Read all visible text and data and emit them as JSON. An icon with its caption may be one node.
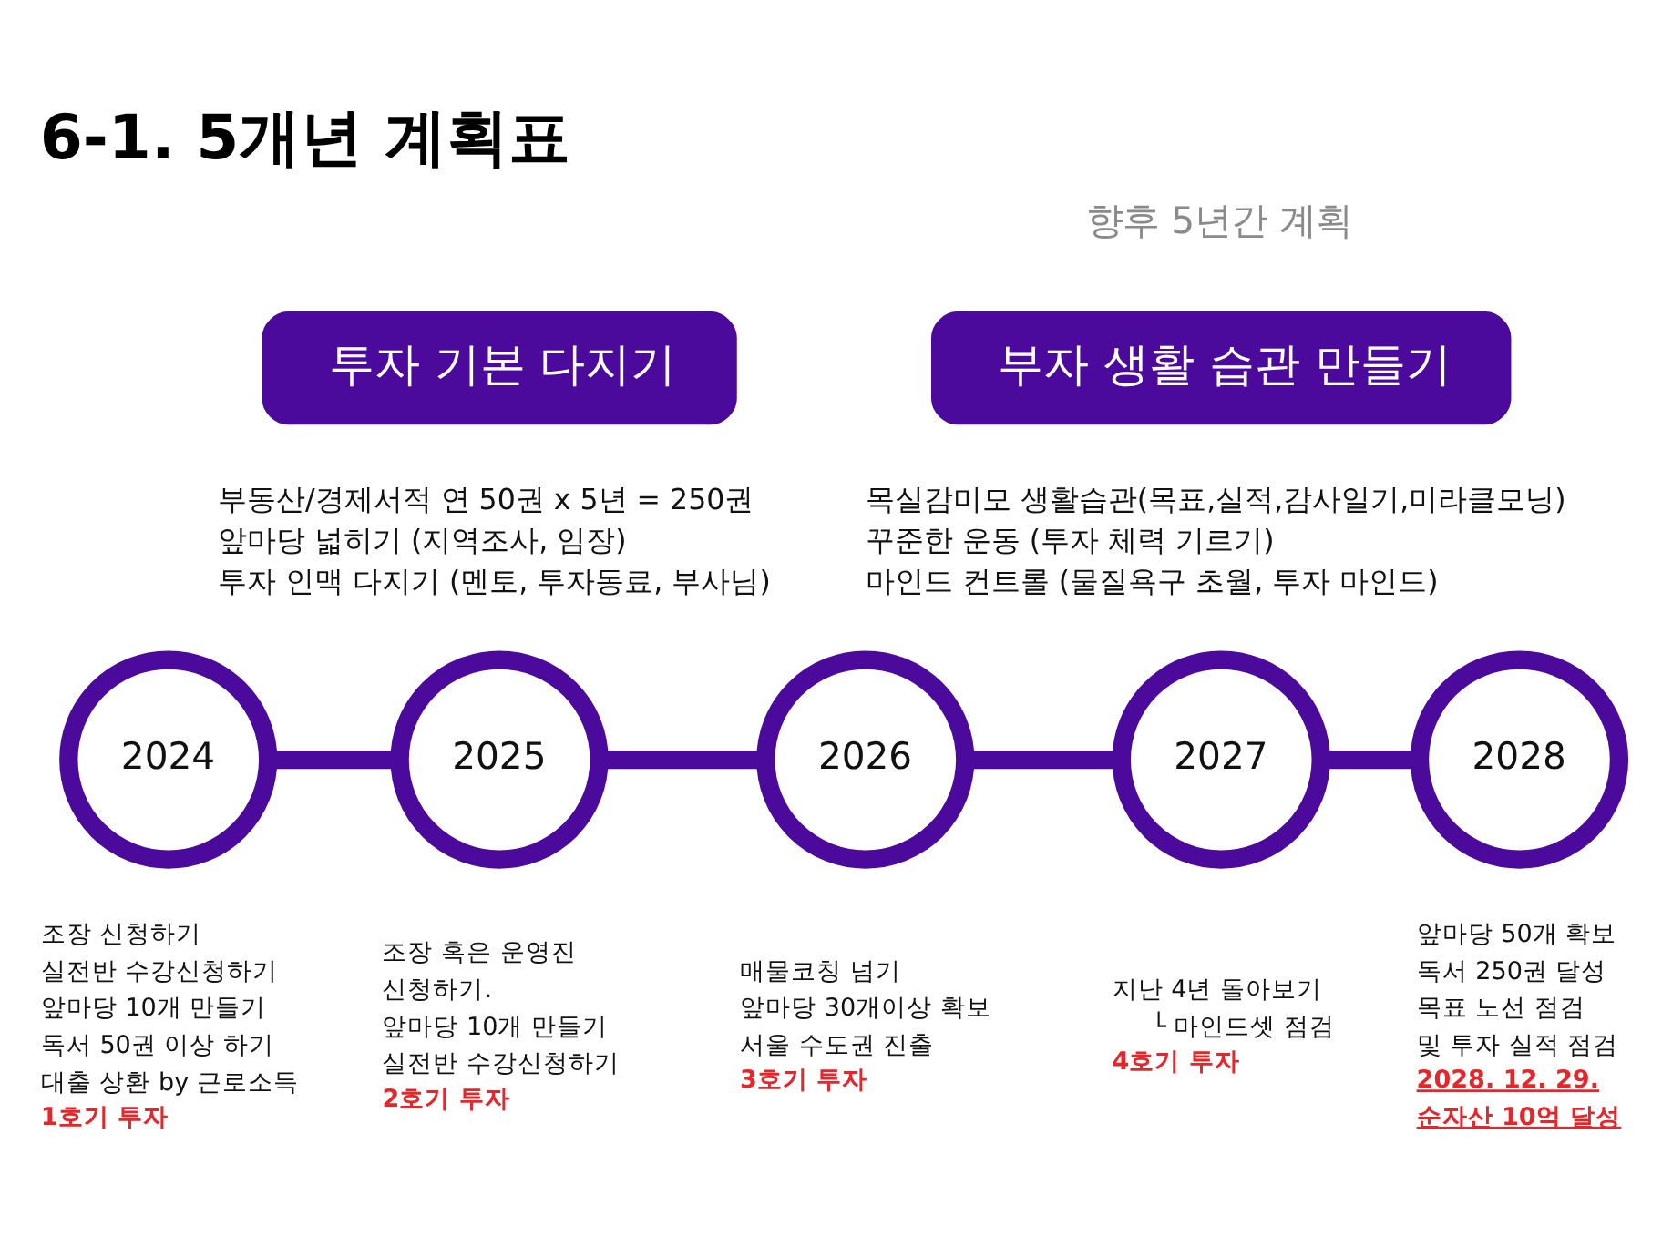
{
  "diagram": {
    "title": "6-1. 5개년 계획표",
    "nodes": [
      {
        "text": [
          "투자 기본 다지기"
        ],
        "beside": [
          "부동산/경제서적 연 50권 x 5년 = 250권",
          "앞마당 넓히기 (지역조사, 임장)",
          "투자 인맥 다지기 (멘토, 투자동료, 부사님)"
        ]
      },
      {
        "text": [
          "부자 생활 습관 만들기"
        ],
        "beside": [
          "목실감미모 생활습관(목표,실적,감사일기,미라클모닝)",
          "꾸준한 운동 (투자 체력 기르기)",
          "마인드 컨트롤 (물질욕구 초월, 투자 마인드)"
        ]
      },
      {
        "text": [
          "2024"
        ],
        "beside": [
          "조장 신청하기",
          "실전반 수강신청하기",
          "앞마당 10개 만들기",
          "독서 50권 이상 하기",
          "대출 상환 by 근로소득",
          "1호기 투자"
        ]
      },
      {
        "text": [
          "2025"
        ],
        "beside": [
          "조장 혹은 운영진 신청하기.",
          "앞마당 10개 만들기",
          "실전반 수강신청하기",
          "2호기 투자"
        ]
      },
      {
        "text": [
          "2026"
        ],
        "beside": [
          "매물코칭 넘기",
          "앞마당 30개이상 확보",
          "서울 수도권 진출",
          "3호기 투자"
        ]
      },
      {
        "text": [
          "2027"
        ],
        "beside": [
          "지난 4년 돌아보기",
          "└ 마인드셋 점검",
          "4호기 투자"
        ]
      },
      {
        "text": [
          "2028"
        ],
        "beside": [
          "앞마당 50개 확보",
          "독서 250권 달성",
          "목표 노선 점검 및 투자 실적 점검",
          "2028. 12. 29. 순자산 10억 달성"
        ]
      }
    ],
    "edges": [
      {
        "from": 2,
        "to": 3,
        "arrow": "none"
      },
      {
        "from": 3,
        "to": 4,
        "arrow": "none"
      },
      {
        "from": 4,
        "to": 5,
        "arrow": "none"
      },
      {
        "from": 5,
        "to": 6,
        "arrow": "none"
      }
    ],
    "labels": [
      "향후 5년간 계획"
    ]
  }
}
